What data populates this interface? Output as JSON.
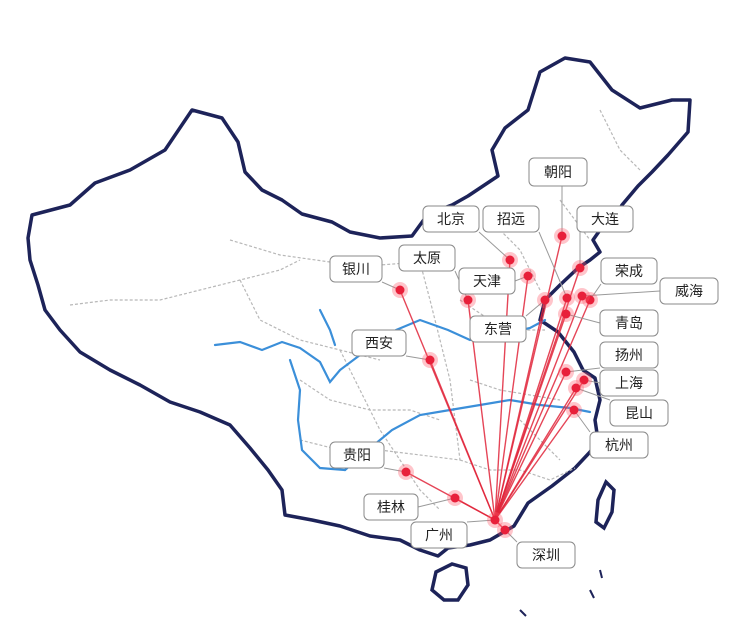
{
  "map": {
    "colors": {
      "outline": "#1d2359",
      "province": "#b8b8b8",
      "river": "#3b8fd9",
      "route": "#e0243a",
      "marker": "#e8203a"
    },
    "hub": "广州",
    "cities": [
      {
        "id": "chaoyang",
        "name": "朝阳"
      },
      {
        "id": "beijing",
        "name": "北京"
      },
      {
        "id": "zhaoyuan",
        "name": "招远"
      },
      {
        "id": "dalian",
        "name": "大连"
      },
      {
        "id": "yinchuan",
        "name": "银川"
      },
      {
        "id": "taiyuan",
        "name": "太原"
      },
      {
        "id": "tianjin",
        "name": "天津"
      },
      {
        "id": "rongcheng",
        "name": "荣成"
      },
      {
        "id": "weihai",
        "name": "威海"
      },
      {
        "id": "dongying",
        "name": "东营"
      },
      {
        "id": "qingdao",
        "name": "青岛"
      },
      {
        "id": "xian",
        "name": "西安"
      },
      {
        "id": "yangzhou",
        "name": "扬州"
      },
      {
        "id": "shanghai",
        "name": "上海"
      },
      {
        "id": "kunshan",
        "name": "昆山"
      },
      {
        "id": "hangzhou",
        "name": "杭州"
      },
      {
        "id": "guiyang",
        "name": "贵阳"
      },
      {
        "id": "guilin",
        "name": "桂林"
      },
      {
        "id": "guangzhou",
        "name": "广州"
      },
      {
        "id": "shenzhen",
        "name": "深圳"
      }
    ]
  }
}
